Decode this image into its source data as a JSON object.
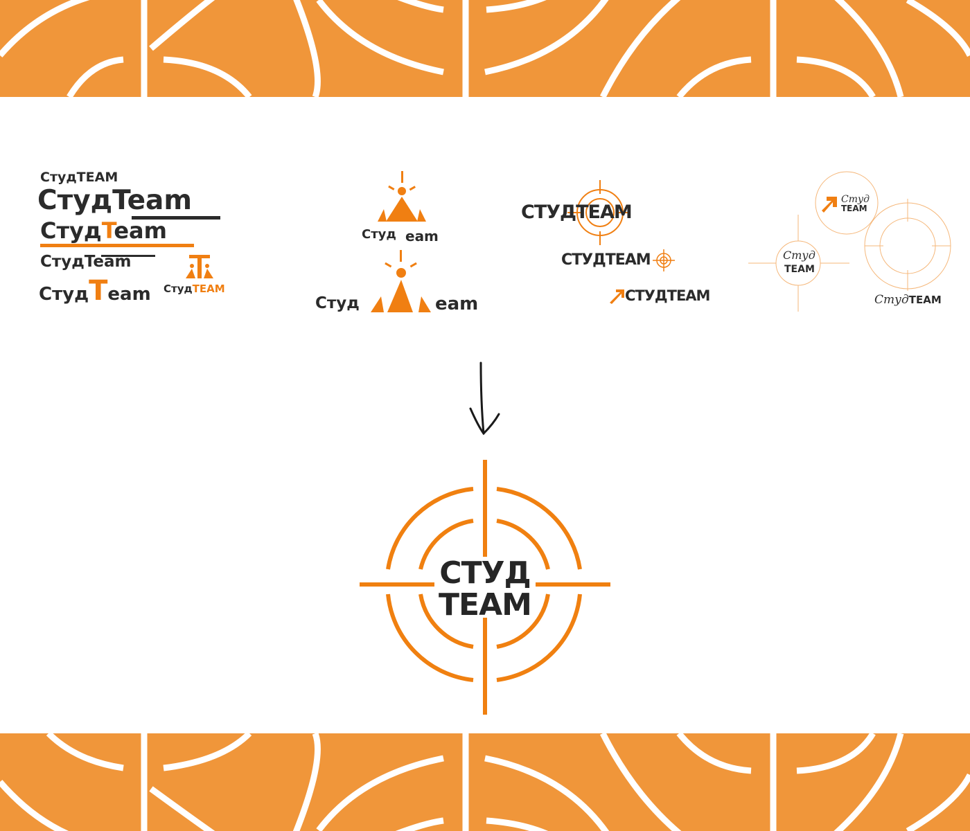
{
  "colors": {
    "orange": "#f0963a",
    "accent": "#f07f12",
    "dark": "#2b2b2b",
    "white": "#ffffff"
  },
  "group1": {
    "l1": "СтудTEAM",
    "l2a": "Студ",
    "l2b": "Team",
    "l3a": "Студ",
    "l3b": "T",
    "l3c": "eam",
    "l4a": "Студ",
    "l4b": "Team",
    "l5a": "Студ",
    "l5b": "T",
    "l5c": "eam",
    "l6a": "Студ",
    "l6b": "TEAM"
  },
  "group2": {
    "a1": "Студ",
    "a2": "eam",
    "b1": "Студ",
    "b2": "eam"
  },
  "group3": {
    "a": "СТУДTEAM",
    "b": "СТУДTEAM",
    "c": "СТУДTEAM"
  },
  "group4": {
    "c1a": "Студ",
    "c1b": "TEAM",
    "c2a": "Студ",
    "c2b": "TEAM",
    "c3a": "Студ",
    "c3b": "TEAM"
  },
  "final": {
    "line1": "СТУД",
    "line2": "TEAM"
  }
}
